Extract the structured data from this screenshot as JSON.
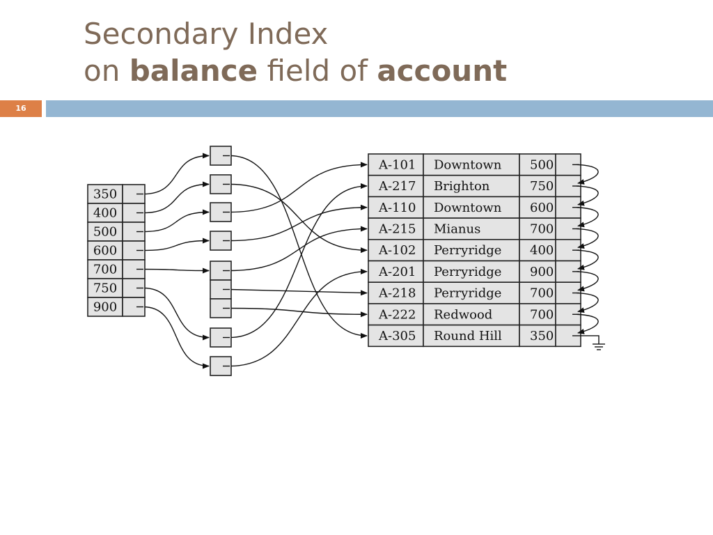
{
  "slide": {
    "title_line1": "Secondary Index",
    "title_on": "on",
    "title_field": "balance",
    "title_mid": "field of",
    "title_relation": "account",
    "number": "16",
    "accent_color": "#dd8047",
    "bar_color": "#94b6d2"
  },
  "index_keys": [
    "350",
    "400",
    "500",
    "600",
    "700",
    "750",
    "900"
  ],
  "account_rows": [
    {
      "account_number": "A-101",
      "branch_name": "Downtown",
      "balance": "500"
    },
    {
      "account_number": "A-217",
      "branch_name": "Brighton",
      "balance": "750"
    },
    {
      "account_number": "A-110",
      "branch_name": "Downtown",
      "balance": "600"
    },
    {
      "account_number": "A-215",
      "branch_name": "Mianus",
      "balance": "700"
    },
    {
      "account_number": "A-102",
      "branch_name": "Perryridge",
      "balance": "400"
    },
    {
      "account_number": "A-201",
      "branch_name": "Perryridge",
      "balance": "900"
    },
    {
      "account_number": "A-218",
      "branch_name": "Perryridge",
      "balance": "700"
    },
    {
      "account_number": "A-222",
      "branch_name": "Redwood",
      "balance": "700"
    },
    {
      "account_number": "A-305",
      "branch_name": "Round Hill",
      "balance": "350"
    }
  ]
}
